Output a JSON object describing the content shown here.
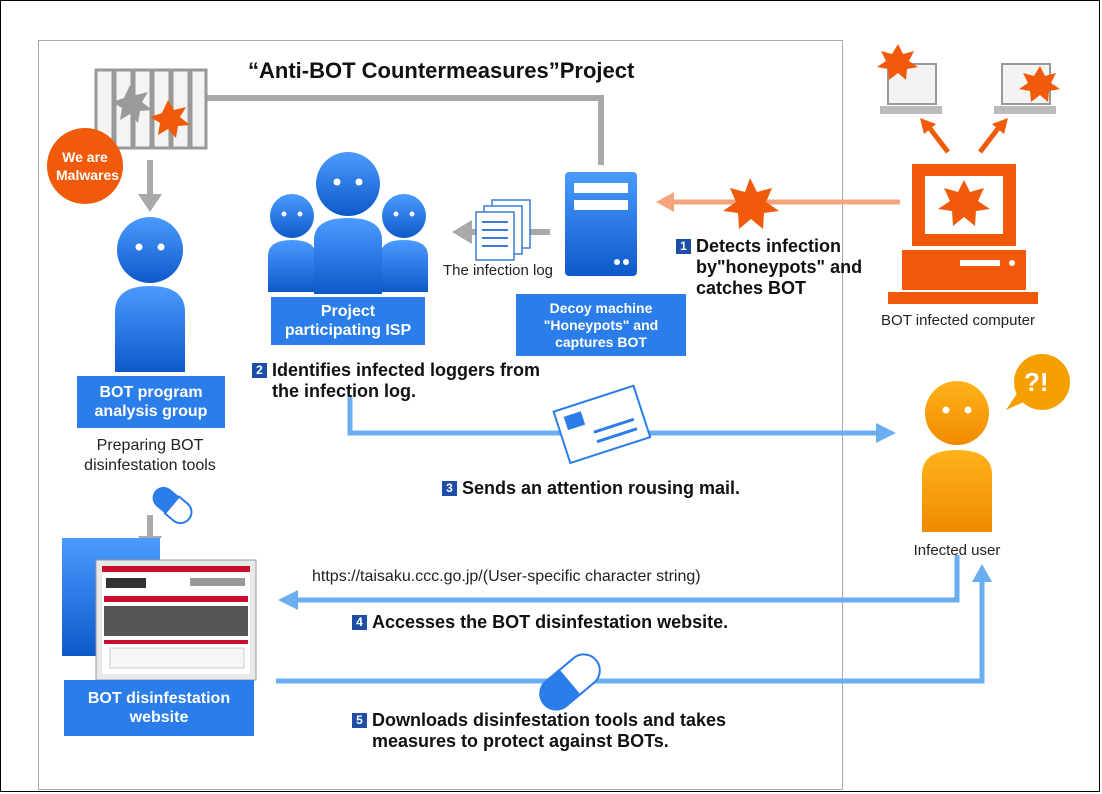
{
  "title": "“Anti-BOT Countermeasures”Project",
  "labels": {
    "malware_bubble": "We are Malwares",
    "isp": "Project participating ISP",
    "honeypot": "Decoy machine \"Honeypots\" and captures BOT",
    "analysis_group": "BOT program analysis group",
    "preparing_tools": "Preparing BOT disinfestation tools",
    "website": "BOT disinfestation website",
    "infection_log": "The infection log",
    "bot_infected_computer": "BOT infected computer",
    "infected_user": "Infected user",
    "question_mark": "?!",
    "url": "https://taisaku.ccc.go.jp/(User-specific character string)"
  },
  "steps": [
    {
      "num": "1",
      "text": "Detects infection by\"honeypots\" and catches BOT"
    },
    {
      "num": "2",
      "text": "Identifies infected loggers from the infection log."
    },
    {
      "num": "3",
      "text": "Sends an attention rousing mail."
    },
    {
      "num": "4",
      "text": "Accesses the BOT disinfestation website."
    },
    {
      "num": "5",
      "text": "Downloads disinfestation tools and takes measures to protect against BOTs."
    }
  ],
  "colors": {
    "blue": "#2b7de9",
    "dark_blue": "#1d4fa8",
    "orange": "#f05a0a",
    "light_blue_arrow": "#6aaef0",
    "gray": "#a9a9a9",
    "user_orange": "#f5a000"
  },
  "icons": [
    "jail-icon",
    "malware-icon",
    "person-icon",
    "document-icon",
    "server-icon",
    "computer-icon",
    "mail-icon",
    "capsule-icon",
    "website-screenshot-icon"
  ]
}
